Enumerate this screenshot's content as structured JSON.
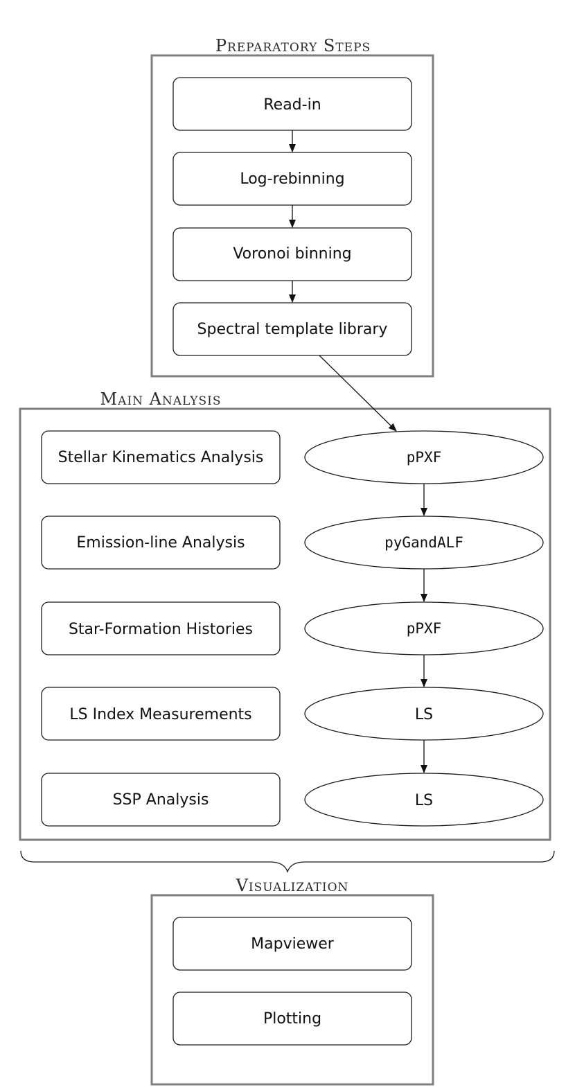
{
  "sections": {
    "preparatory": {
      "title": "Preparatory Steps",
      "steps": [
        "Read-in",
        "Log-rebinning",
        "Voronoi binning",
        "Spectral template library"
      ]
    },
    "main": {
      "title": "Main Analysis",
      "modules": [
        "Stellar Kinematics Analysis",
        "Emission-line Analysis",
        "Star-Formation Histories",
        "LS Index Measurements",
        "SSP Analysis"
      ],
      "codes": [
        "pPXF",
        "pyGandALF",
        "pPXF",
        "LS",
        "LS"
      ]
    },
    "visualization": {
      "title": "Visualization",
      "steps": [
        "Mapviewer",
        "Plotting"
      ]
    }
  },
  "styles": {
    "frame_color": "#7f7f7f",
    "node_border_color": "#1a1a1a",
    "arrow_color": "#111111"
  }
}
